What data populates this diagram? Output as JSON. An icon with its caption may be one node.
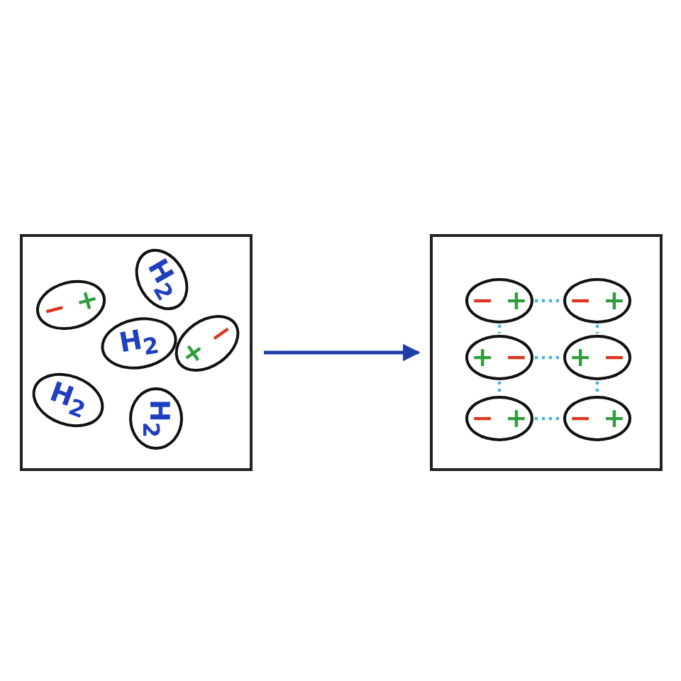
{
  "diagram": {
    "nodes": [
      {
        "text": [],
        "shape": "box"
      },
      {
        "text": [
          "H$_{2}$"
        ],
        "in": 0
      },
      {
        "text": [
          "−",
          "+"
        ],
        "in": 0
      },
      {
        "text": [
          "H$_{2}$"
        ],
        "in": 0
      },
      {
        "text": [
          "+",
          "−"
        ],
        "in": 0
      },
      {
        "text": [
          "H$_{2}$"
        ],
        "in": 0
      },
      {
        "text": [
          "H$_{2}$"
        ],
        "in": 0
      },
      {
        "text": [],
        "shape": "box"
      },
      {
        "text": [
          "−",
          "+"
        ],
        "in": 7
      },
      {
        "text": [
          "−",
          "+"
        ],
        "in": 7
      },
      {
        "text": [
          "+",
          "−"
        ],
        "in": 7
      },
      {
        "text": [
          "+",
          "−"
        ],
        "in": 7
      },
      {
        "text": [
          "−",
          "+"
        ],
        "in": 7
      },
      {
        "text": [
          "−",
          "+"
        ],
        "in": 7
      }
    ],
    "edges": [
      {
        "from": 0,
        "to": 7,
        "arrow": "to",
        "color": "#1f3fa8"
      },
      {
        "from": 8,
        "to": 9,
        "arrow": "none",
        "style": "dashed"
      },
      {
        "from": 10,
        "to": 11,
        "arrow": "none",
        "style": "dashed"
      },
      {
        "from": 12,
        "to": 13,
        "arrow": "none",
        "style": "dashed"
      },
      {
        "from": 8,
        "to": 10,
        "arrow": "none",
        "style": "dashed"
      },
      {
        "from": 10,
        "to": 12,
        "arrow": "none",
        "style": "dashed"
      },
      {
        "from": 9,
        "to": 11,
        "arrow": "none",
        "style": "dashed"
      },
      {
        "from": 11,
        "to": 13,
        "arrow": "none",
        "style": "dashed"
      }
    ]
  }
}
